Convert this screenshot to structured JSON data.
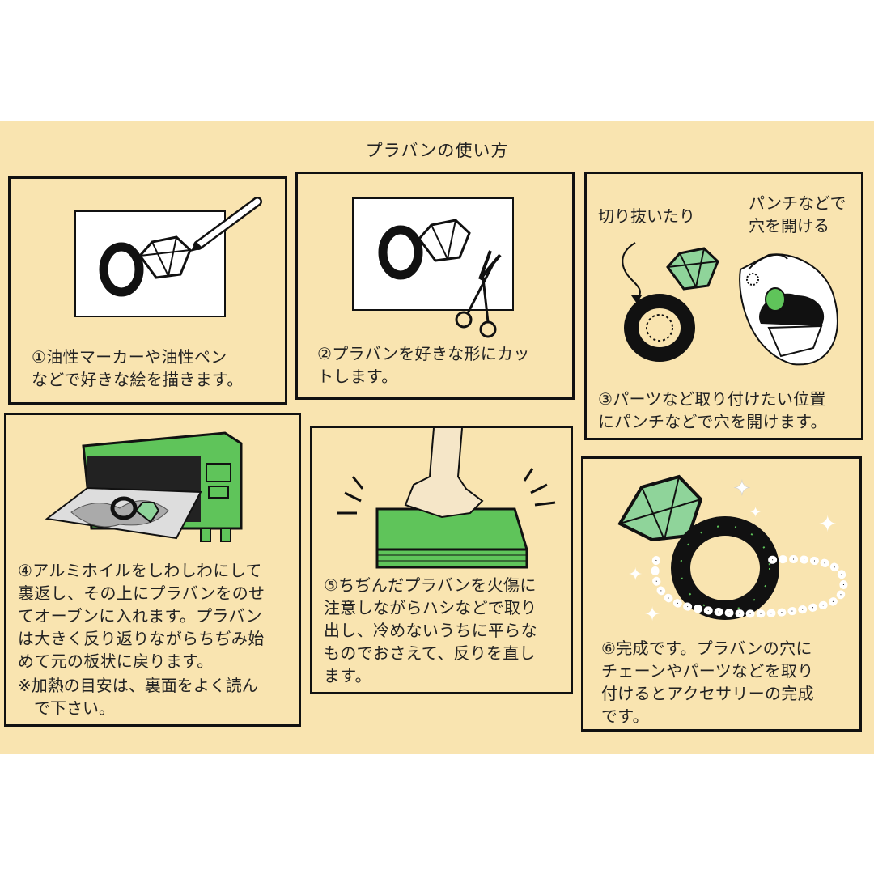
{
  "title": "プラバンの使い方",
  "steps": [
    {
      "text": "①油性マーカーや油性ペン\nなどで好きな絵を描きます。"
    },
    {
      "text": "②プラバンを好きな形にカッ\nトします。"
    },
    {
      "text": "③パーツなど取り付けたい位置\nにパンチなどで穴を開けます。",
      "label_cut": "切り抜いたり",
      "label_punch": "パンチなどで\n穴を開ける"
    },
    {
      "text": "④アルミホイルをしわしわにして\n裏返し、その上にプラバンをのせ\nてオーブンに入れます。プラバン\nは大きく反り返りながらちぢみ始\nめて元の板状に戻ります。",
      "note": "※加熱の目安は、裏面をよく読ん\n　で下さい。"
    },
    {
      "text": "⑤ちぢんだプラバンを火傷に\n注意しながらハシなどで取り\n出し、冷めないうちに平らな\nものでおさえて、反りを直し\nます。"
    },
    {
      "text": "⑥完成です。プラバンの穴に\nチェーンやパーツなどを取り\n付けるとアクセサリーの完成\nです。"
    }
  ],
  "colors": {
    "background": "#f9e4b0",
    "accent_green": "#5fc45a",
    "light_green": "#8fd49a",
    "ink": "#111111"
  }
}
